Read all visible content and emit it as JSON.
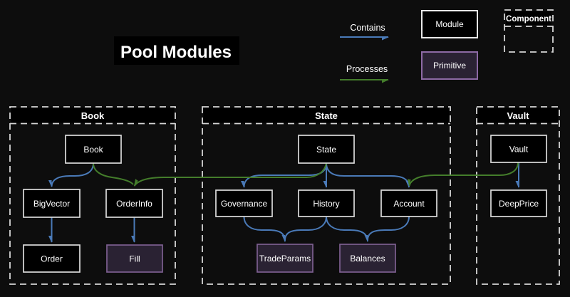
{
  "title": "Pool Modules",
  "legend": {
    "contains": "Contains",
    "processes": "Processes",
    "module": "Module",
    "primitive": "Primitive",
    "component": "Component"
  },
  "containers": {
    "book": "Book",
    "state": "State",
    "vault": "Vault"
  },
  "nodes": {
    "book": "Book",
    "bigvector": "BigVector",
    "orderinfo": "OrderInfo",
    "order": "Order",
    "fill": "Fill",
    "state": "State",
    "governance": "Governance",
    "history": "History",
    "account": "Account",
    "tradeparams": "TradeParams",
    "balances": "Balances",
    "vault": "Vault",
    "deepprice": "DeepPrice"
  },
  "primitives": [
    "Fill",
    "TradeParams",
    "Balances",
    "Primitive"
  ],
  "edges": [
    {
      "from": "Book",
      "to": "BigVector",
      "type": "contains"
    },
    {
      "from": "BigVector",
      "to": "Order",
      "type": "contains"
    },
    {
      "from": "OrderInfo",
      "to": "Fill",
      "type": "contains"
    },
    {
      "from": "State",
      "to": "Governance",
      "type": "contains"
    },
    {
      "from": "State",
      "to": "History",
      "type": "contains"
    },
    {
      "from": "State",
      "to": "Account",
      "type": "contains"
    },
    {
      "from": "Governance",
      "to": "TradeParams",
      "type": "contains"
    },
    {
      "from": "History",
      "to": "TradeParams",
      "type": "contains"
    },
    {
      "from": "History",
      "to": "Balances",
      "type": "contains"
    },
    {
      "from": "Account",
      "to": "Balances",
      "type": "contains"
    },
    {
      "from": "Vault",
      "to": "DeepPrice",
      "type": "contains"
    },
    {
      "from": "Book",
      "to": "OrderInfo",
      "type": "processes"
    },
    {
      "from": "State",
      "to": "OrderInfo",
      "type": "processes"
    },
    {
      "from": "Vault",
      "to": "Account",
      "type": "processes"
    }
  ],
  "colors": {
    "background": "#0d0d0d",
    "module_fill": "#000000",
    "module_border": "#dcdcdc",
    "primitive_fill": "#2a2233",
    "primitive_border": "#7d5f91",
    "contains_arrow": "#4a7ab8",
    "processes_arrow": "#447d2b",
    "container_border": "#d6d6d6",
    "text": "#ffffff"
  }
}
